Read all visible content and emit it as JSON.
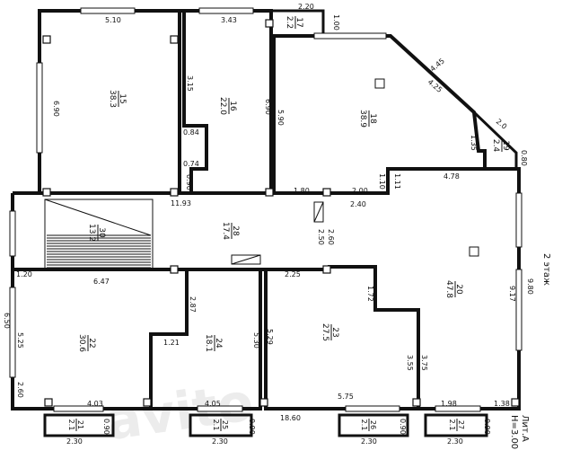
{
  "floor_label": "2 этаж",
  "legend": {
    "lit": "Лит.А",
    "height": "H=3.00"
  },
  "rooms": [
    {
      "id": "15",
      "area": "38.3"
    },
    {
      "id": "16",
      "area": "22.0"
    },
    {
      "id": "17",
      "area": "2.2"
    },
    {
      "id": "18",
      "area": "38.9"
    },
    {
      "id": "19",
      "area": "2.4"
    },
    {
      "id": "20",
      "area": "47.8"
    },
    {
      "id": "22",
      "area": "30.6"
    },
    {
      "id": "24",
      "area": "18.1"
    },
    {
      "id": "23",
      "area": "27.5"
    },
    {
      "id": "28",
      "area": "17.4"
    },
    {
      "id": "30",
      "area": "13.2"
    },
    {
      "id": "21",
      "area": "2.1"
    },
    {
      "id": "25",
      "area": "2.1"
    },
    {
      "id": "26",
      "area": "2.1"
    },
    {
      "id": "27",
      "area": "2.1"
    }
  ],
  "dimensions": {
    "d1": "5.10",
    "d2": "3.43",
    "d3": "2.20",
    "d4": "1.00",
    "d5": "6.90",
    "d6": "3.15",
    "d7": "6.90",
    "d8": "5.90",
    "d9": "0.84",
    "d10": "0.74",
    "d11": "0.90",
    "d12": "4.45",
    "d13": "4.25",
    "d14": "2.0",
    "d15": "1.35",
    "d16": "0.80",
    "d17": "1.10",
    "d18": "1.11",
    "d19": "4.78",
    "d20": "11.93",
    "d21": "1.80",
    "d22": "2.00",
    "d23": "2.40",
    "d24": "2.50",
    "d25": "2.60",
    "d26": "1.20",
    "d27": "6.47",
    "d28": "2.87",
    "d29": "2.25",
    "d30": "1.72",
    "d31": "9.80",
    "d32": "9.17",
    "d33": "6.50",
    "d34": "5.25",
    "d35": "1.21",
    "d36": "5.30",
    "d37": "5.29",
    "d38": "3.55",
    "d39": "3.75",
    "d40": "2.60",
    "d41": "4.03",
    "d42": "4.05",
    "d43": "5.75",
    "d44": "1.98",
    "d45": "1.38",
    "d46": "0.90",
    "d47": "2.30",
    "d48": "0.90",
    "d49": "2.30",
    "d50": "18.60",
    "d51": "0.90",
    "d52": "2.30",
    "d53": "0.90",
    "d54": "2.30"
  },
  "watermark": "avito"
}
